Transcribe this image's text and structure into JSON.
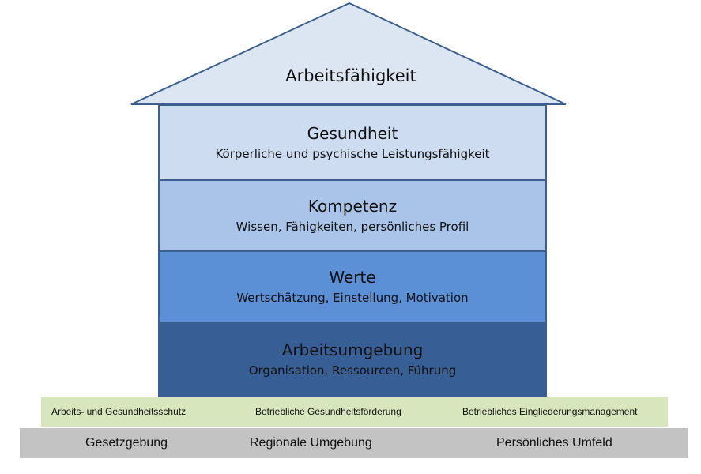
{
  "roof": {
    "title": "Arbeitsfähigkeit"
  },
  "floors": [
    {
      "title": "Gesundheit",
      "subtitle": "Körperliche und psychische Leistungsfähigkeit",
      "color": "#cddcf0"
    },
    {
      "title": "Kompetenz",
      "subtitle": "Wissen, Fähigkeiten, persönliches Profil",
      "color": "#a9c4e8"
    },
    {
      "title": "Werte",
      "subtitle": "Wertschätzung, Einstellung, Motivation",
      "color": "#5b8fd6"
    },
    {
      "title": "Arbeitsumgebung",
      "subtitle": "Organisation, Ressourcen, Führung",
      "color": "#385f95"
    }
  ],
  "foundation": {
    "green": {
      "color": "#d8e6bd",
      "items": [
        "Arbeits- und Gesundheitsschutz",
        "Betriebliche Gesundheitsförderung",
        "Betriebliches Eingliederungsmanagement"
      ]
    },
    "grey": {
      "color": "#c3c3c3",
      "items": [
        "Gesetzgebung",
        "Regionale Umgebung",
        "Persönliches Umfeld"
      ]
    }
  }
}
